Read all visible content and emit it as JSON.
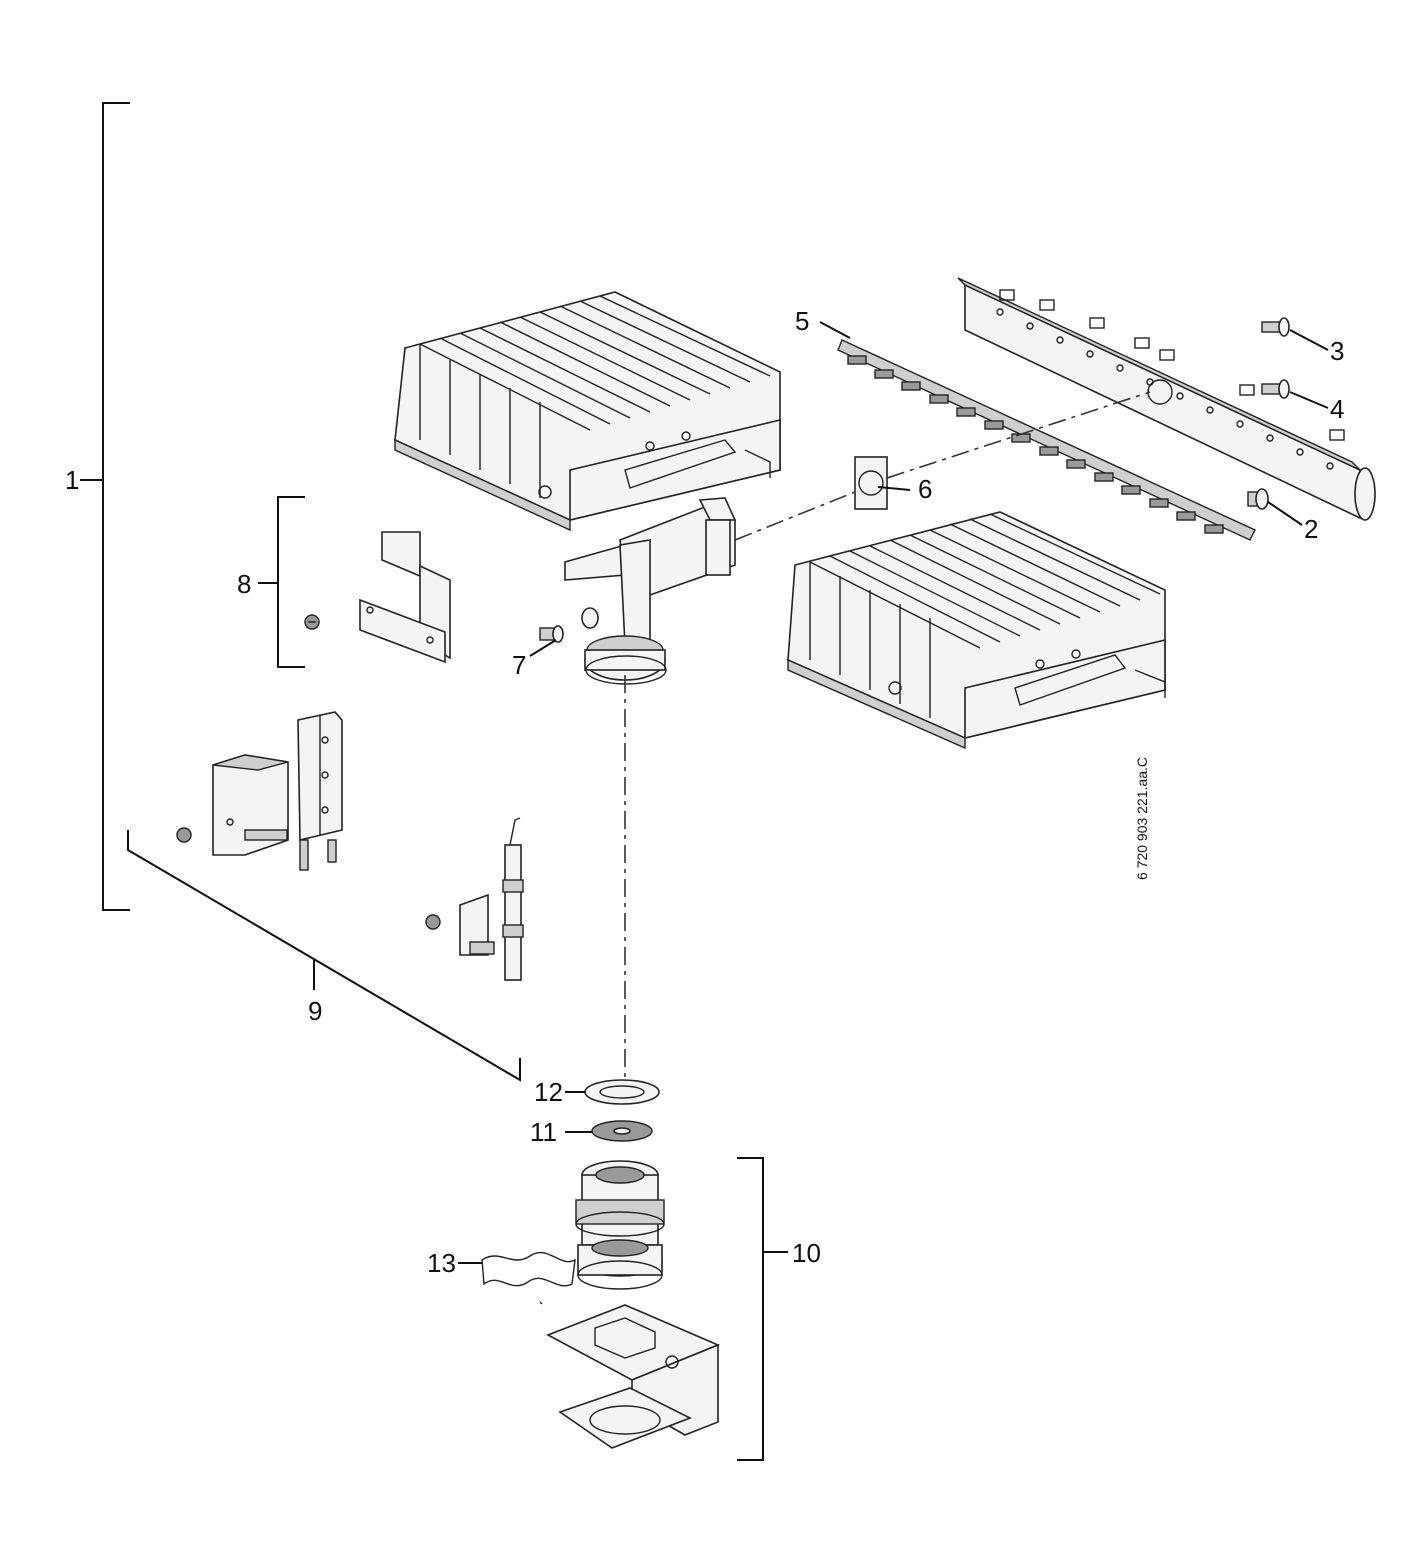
{
  "drawing": {
    "callouts": {
      "c1": "1",
      "c2": "2",
      "c3": "3",
      "c4": "4",
      "c5": "5",
      "c6": "6",
      "c7": "7",
      "c8": "8",
      "c9": "9",
      "c10": "10",
      "c11": "11",
      "c12": "12",
      "c13": "13"
    },
    "document_id": "6 720 903 221.aa.C"
  }
}
